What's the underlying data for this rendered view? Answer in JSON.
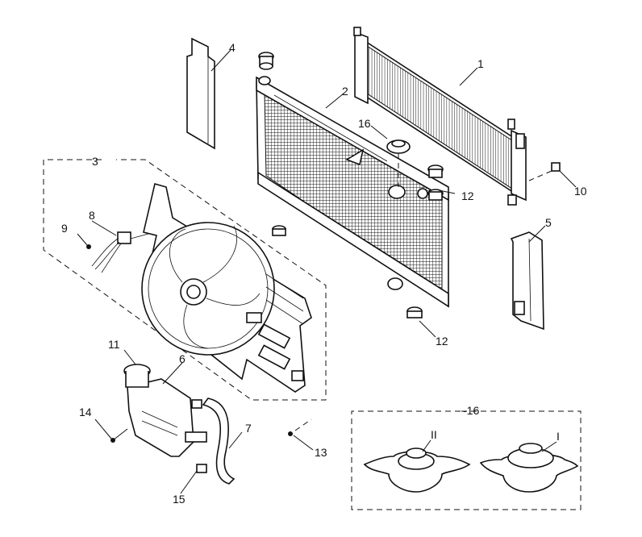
{
  "callouts": {
    "c1": "1",
    "c2": "2",
    "c3": "3",
    "c4": "4",
    "c5": "5",
    "c6": "6",
    "c7": "7",
    "c8": "8",
    "c9": "9",
    "c10": "10",
    "c11": "11",
    "c12a": "12",
    "c12b": "12",
    "c13": "13",
    "c14": "14",
    "c15": "15",
    "c16": "16",
    "c16box": "-16",
    "cI": "I",
    "cII": "II"
  },
  "icons": {
    "condenser": "condenser-icon",
    "radiator": "radiator-icon",
    "fan_assembly": "fan-shroud-icon",
    "expansion_tank": "coolant-reservoir-icon",
    "radiator_cap": "radiator-cap-icon"
  },
  "colors": {
    "line": "#111111",
    "background": "#ffffff"
  }
}
